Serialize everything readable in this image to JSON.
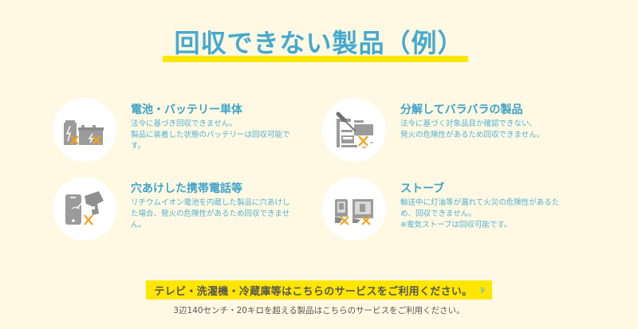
{
  "title": "回収できない製品（例）",
  "colors": {
    "background": "#fff9e3",
    "accent_blue": "#45a9cf",
    "highlight_yellow": "#ffe600",
    "icon_gray": "#9b9b9b",
    "icon_cross_orange": "#f3a31c",
    "arrow_green": "#9fce7c"
  },
  "items": [
    {
      "heading": "電池・バッテリー単体",
      "icon": "battery-crossed-icon",
      "lines": [
        "法令に基づき回収できません。",
        "製品に装着した状態のバッテリーは回収可能で",
        "す。"
      ]
    },
    {
      "heading": "分解してバラバラの製品",
      "icon": "disassembled-product-crossed-icon",
      "lines": [
        "法令に基づく対象品目か確認できない、",
        "発火の危険性があるため回収できません。"
      ]
    },
    {
      "heading": "穴あけした携帯電話等",
      "icon": "drilled-phone-crossed-icon",
      "lines": [
        "リチウムイオン電池を内蔵した製品に穴あけし",
        "た場合、発火の危険性があるため回収できませ",
        "ん。"
      ]
    },
    {
      "heading": "ストーブ",
      "icon": "stove-crossed-icon",
      "lines": [
        "輸送中に灯油等が漏れて火災の危険性があるた",
        "め、回収できません。",
        "※電気ストーブは回収可能です。"
      ]
    }
  ],
  "cta": {
    "label": "テレビ・洗濯機・冷蔵庫等はこちらのサービスをご利用ください。",
    "icon": "arrow-right-icon"
  },
  "sub_note": "3辺140センチ・20キロを超える製品はこちらのサービスをご利用ください。"
}
